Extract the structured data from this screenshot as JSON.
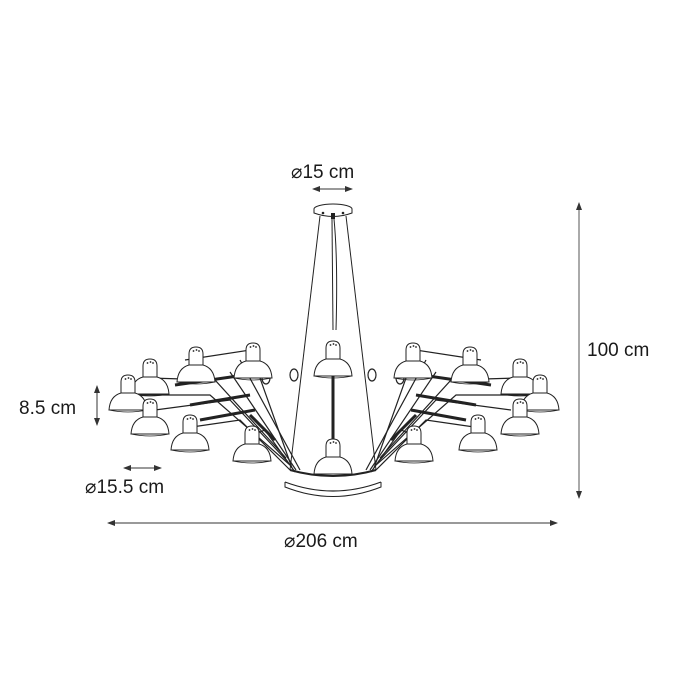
{
  "diagram": {
    "subject": "Multi-arm adjustable spotlight chandelier",
    "colors": {
      "line": "#1a1a1a",
      "dimension_line": "#555555",
      "background": "#ffffff",
      "shade_fill": "#ffffff"
    },
    "dimensions": {
      "canopy_diameter": {
        "label": "⌀15 cm",
        "symbol": "⌀",
        "value": 15,
        "unit": "cm"
      },
      "total_height": {
        "label": "100 cm",
        "value": 100,
        "unit": "cm"
      },
      "shade_height": {
        "label": "8.5 cm",
        "value": 8.5,
        "unit": "cm"
      },
      "shade_diameter": {
        "label": "⌀15.5 cm",
        "symbol": "⌀",
        "value": 15.5,
        "unit": "cm"
      },
      "total_diameter": {
        "label": "⌀206 cm",
        "symbol": "⌀",
        "value": 206,
        "unit": "cm"
      }
    },
    "components": [
      "ceiling-canopy",
      "suspension-rods",
      "central-ring",
      "adjustable-arms",
      "spotlight-shades"
    ]
  }
}
